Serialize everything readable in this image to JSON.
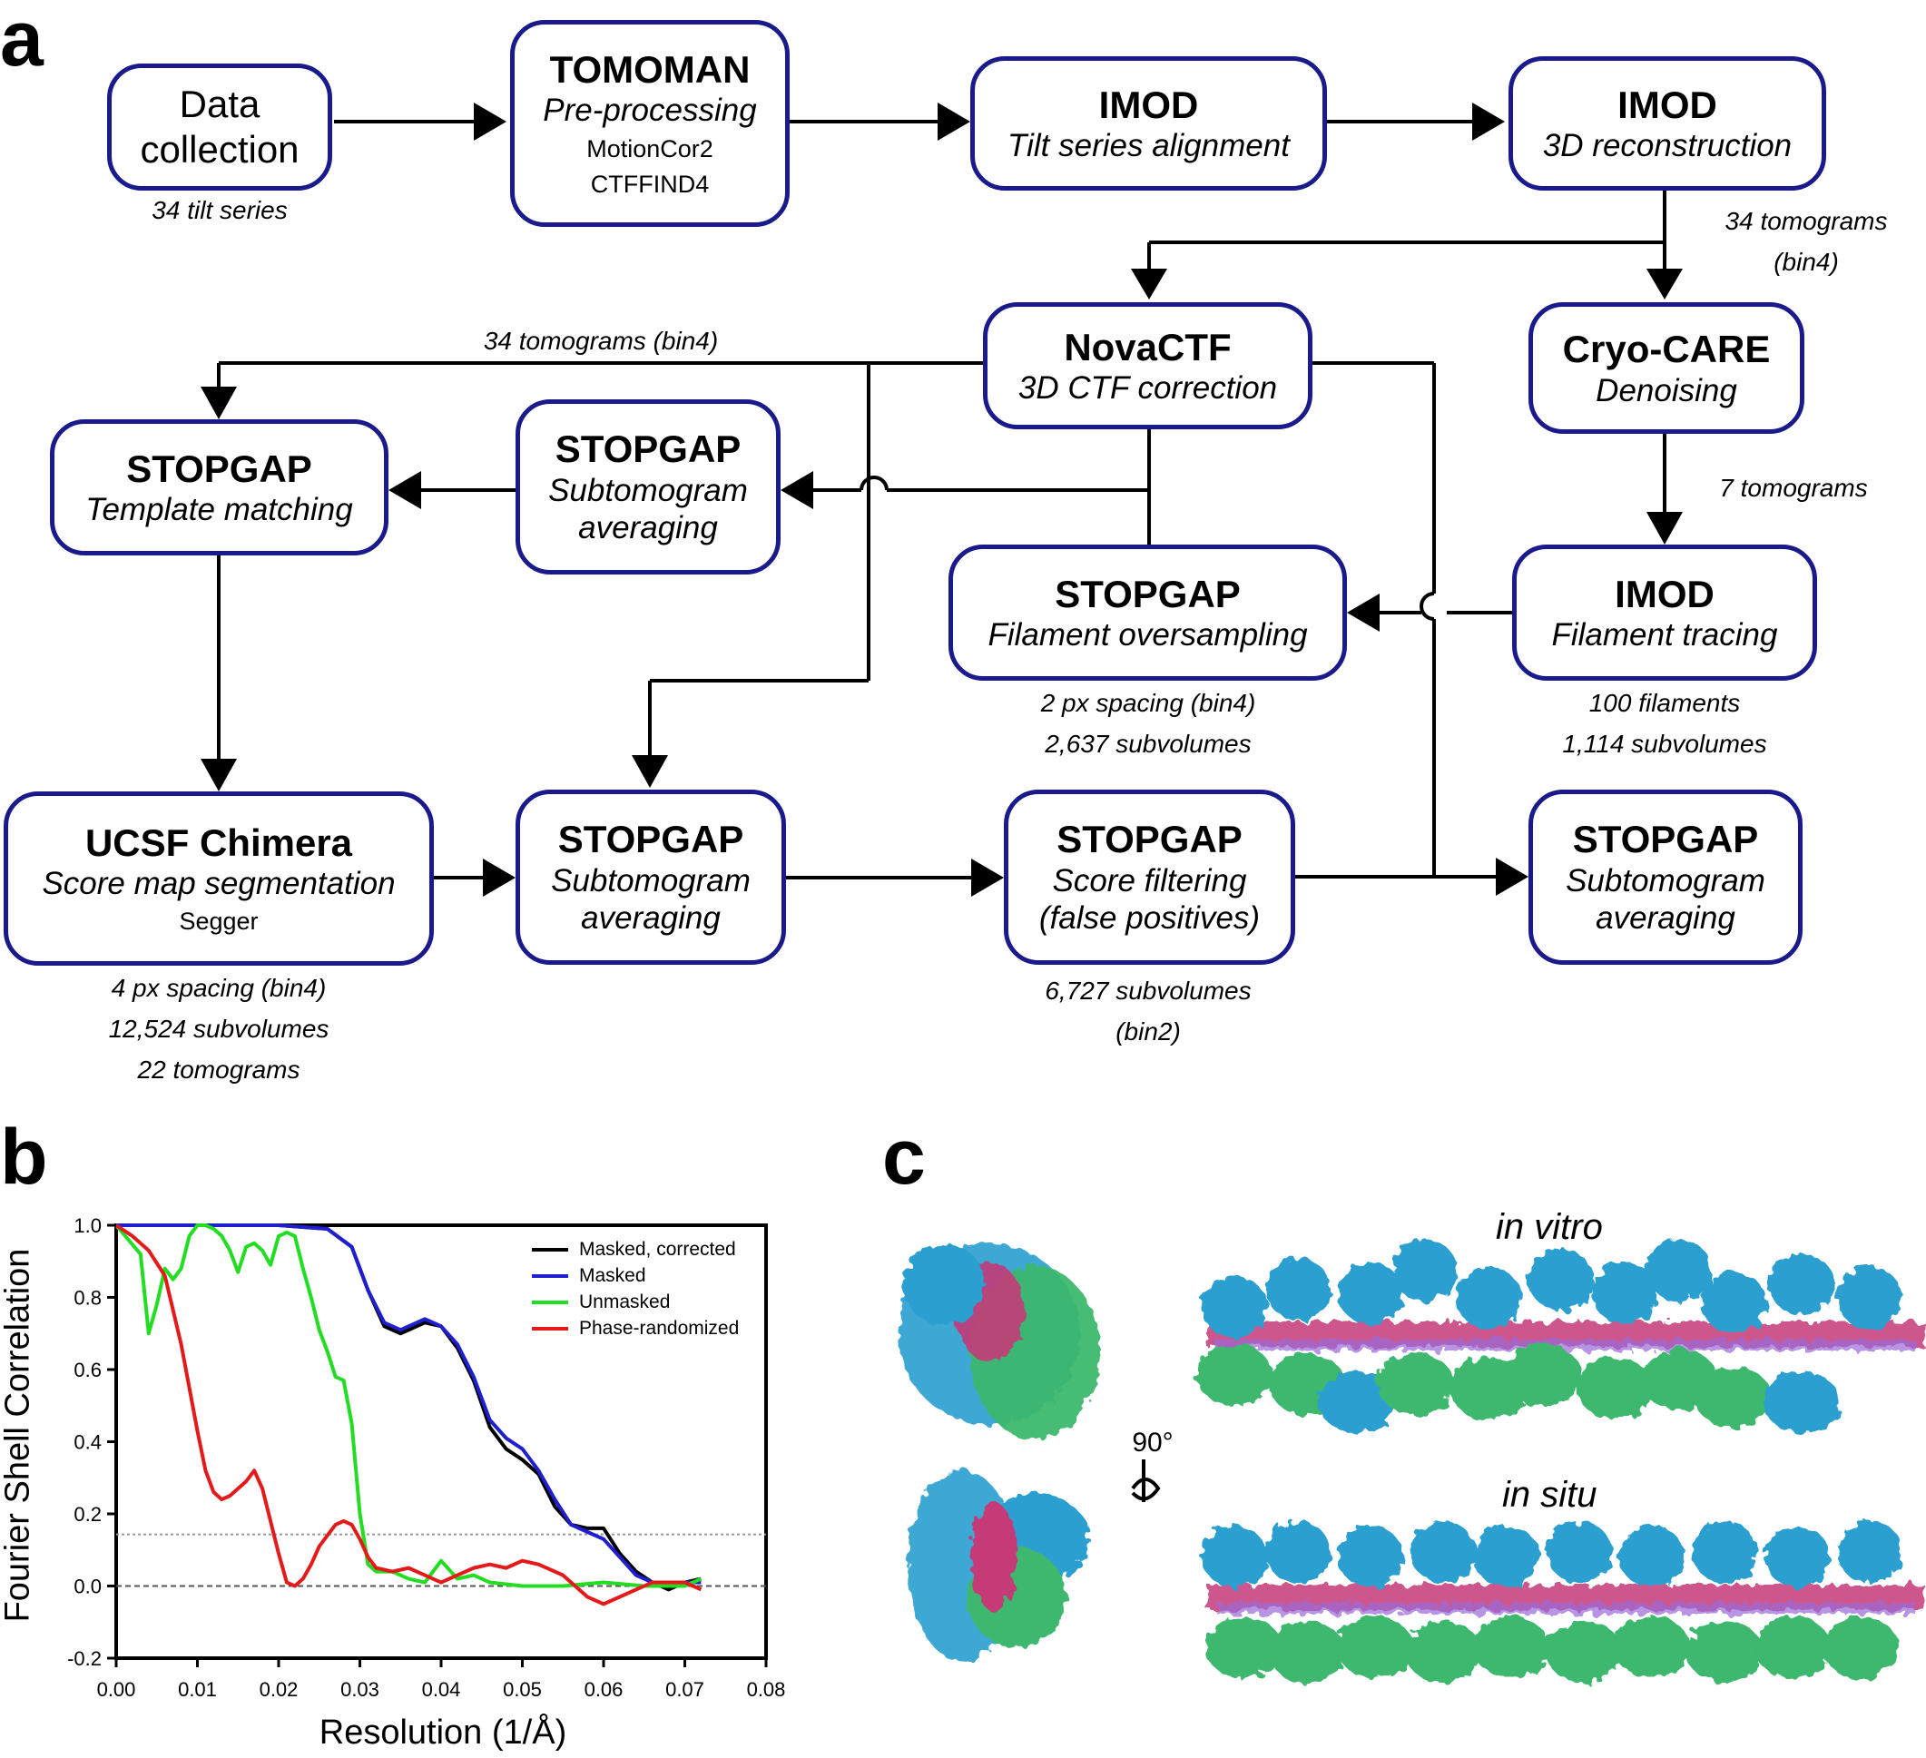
{
  "panels": {
    "a": "a",
    "b": "b",
    "c": "c"
  },
  "flow": {
    "data_collection": {
      "title": "Data\ncollection",
      "note": "34 tilt series"
    },
    "tomoman": {
      "title": "TOMOMAN",
      "sub": "Pre-processing",
      "n1": "MotionCor2",
      "n2": "CTFFIND4"
    },
    "imod_align": {
      "title": "IMOD",
      "sub": "Tilt series alignment"
    },
    "imod_recon": {
      "title": "IMOD",
      "sub": "3D reconstruction"
    },
    "recon_note": {
      "l1": "34 tomograms",
      "l2": "(bin4)"
    },
    "novactf": {
      "title": "NovaCTF",
      "sub": "3D CTF correction"
    },
    "cryocare": {
      "title": "Cryo-CARE",
      "sub": "Denoising"
    },
    "novactf_note": "34 tomograms (bin4)",
    "stopgap_tm": {
      "title": "STOPGAP",
      "sub": "Template matching"
    },
    "stopgap_sta1": {
      "title": "STOPGAP",
      "sub1": "Subtomogram",
      "sub2": "averaging"
    },
    "cryocare_note": "7 tomograms",
    "stopgap_fo": {
      "title": "STOPGAP",
      "sub": "Filament oversampling"
    },
    "fo_note": {
      "l1": "2 px spacing (bin4)",
      "l2": "2,637 subvolumes"
    },
    "imod_trace": {
      "title": "IMOD",
      "sub": "Filament tracing"
    },
    "trace_note": {
      "l1": "100 filaments",
      "l2": "1,114 subvolumes"
    },
    "chimera": {
      "title": "UCSF Chimera",
      "sub": "Score map segmentation",
      "n1": "Segger"
    },
    "chimera_note": {
      "l1": "4 px spacing (bin4)",
      "l2": "12,524 subvolumes",
      "l3": "22 tomograms"
    },
    "stopgap_sta2": {
      "title": "STOPGAP",
      "sub1": "Subtomogram",
      "sub2": "averaging"
    },
    "stopgap_sf": {
      "title": "STOPGAP",
      "sub1": "Score filtering",
      "sub2": "(false positives)"
    },
    "sf_note": {
      "l1": "6,727 subvolumes",
      "l2": "(bin2)"
    },
    "stopgap_sta3": {
      "title": "STOPGAP",
      "sub1": "Subtomogram",
      "sub2": "averaging"
    }
  },
  "chart_data": {
    "type": "line",
    "xlabel": "Resolution (1/Å)",
    "ylabel": "Fourier Shell Correlation",
    "xlim": [
      0.0,
      0.08
    ],
    "ylim": [
      -0.2,
      1.0
    ],
    "xticks": [
      "0.00",
      "0.01",
      "0.02",
      "0.03",
      "0.04",
      "0.05",
      "0.06",
      "0.07",
      "0.08"
    ],
    "yticks": [
      "1.0",
      "0.8",
      "0.6",
      "0.4",
      "0.2",
      "0.0",
      "-0.2"
    ],
    "reference_lines": [
      0.143,
      0.0
    ],
    "legend_position": "top-right",
    "series": [
      {
        "name": "Masked, corrected",
        "color": "#000000",
        "x": [
          0,
          0.01,
          0.02,
          0.026,
          0.029,
          0.031,
          0.033,
          0.035,
          0.038,
          0.04,
          0.042,
          0.044,
          0.046,
          0.048,
          0.05,
          0.052,
          0.054,
          0.056,
          0.058,
          0.06,
          0.062,
          0.064,
          0.066,
          0.068,
          0.07,
          0.072
        ],
        "y": [
          1.0,
          1.0,
          1.0,
          0.99,
          0.94,
          0.82,
          0.72,
          0.7,
          0.73,
          0.72,
          0.66,
          0.57,
          0.44,
          0.38,
          0.35,
          0.31,
          0.22,
          0.17,
          0.16,
          0.16,
          0.09,
          0.04,
          0.01,
          -0.01,
          0.01,
          0.02
        ]
      },
      {
        "name": "Masked",
        "color": "#1f1fd0",
        "x": [
          0,
          0.01,
          0.02,
          0.026,
          0.029,
          0.031,
          0.033,
          0.035,
          0.038,
          0.04,
          0.042,
          0.044,
          0.046,
          0.048,
          0.05,
          0.052,
          0.054,
          0.056,
          0.058,
          0.06,
          0.062,
          0.064,
          0.066,
          0.068,
          0.07,
          0.072
        ],
        "y": [
          1.0,
          1.0,
          1.0,
          0.99,
          0.94,
          0.82,
          0.73,
          0.71,
          0.74,
          0.72,
          0.67,
          0.58,
          0.46,
          0.41,
          0.38,
          0.32,
          0.24,
          0.17,
          0.15,
          0.13,
          0.08,
          0.03,
          0.01,
          0.0,
          0.01,
          0.01
        ]
      },
      {
        "name": "Unmasked",
        "color": "#22dd22",
        "x": [
          0,
          0.003,
          0.004,
          0.005,
          0.006,
          0.007,
          0.008,
          0.009,
          0.01,
          0.011,
          0.012,
          0.013,
          0.014,
          0.015,
          0.016,
          0.017,
          0.018,
          0.019,
          0.02,
          0.021,
          0.022,
          0.023,
          0.024,
          0.025,
          0.026,
          0.027,
          0.028,
          0.029,
          0.03,
          0.031,
          0.032,
          0.034,
          0.036,
          0.038,
          0.04,
          0.042,
          0.044,
          0.046,
          0.05,
          0.055,
          0.06,
          0.065,
          0.07,
          0.072
        ],
        "y": [
          1.0,
          0.92,
          0.7,
          0.78,
          0.88,
          0.85,
          0.88,
          0.97,
          1.0,
          1.0,
          0.99,
          0.97,
          0.93,
          0.87,
          0.94,
          0.95,
          0.93,
          0.89,
          0.97,
          0.98,
          0.97,
          0.88,
          0.8,
          0.71,
          0.65,
          0.58,
          0.57,
          0.45,
          0.2,
          0.06,
          0.04,
          0.04,
          0.02,
          0.01,
          0.07,
          0.02,
          0.03,
          0.01,
          0.0,
          0.0,
          0.01,
          0.0,
          0.0,
          0.02
        ]
      },
      {
        "name": "Phase-randomized",
        "color": "#e41a1a",
        "x": [
          0,
          0.002,
          0.004,
          0.006,
          0.008,
          0.01,
          0.011,
          0.012,
          0.013,
          0.014,
          0.015,
          0.016,
          0.017,
          0.018,
          0.019,
          0.02,
          0.021,
          0.022,
          0.023,
          0.024,
          0.025,
          0.026,
          0.027,
          0.028,
          0.029,
          0.03,
          0.031,
          0.032,
          0.034,
          0.036,
          0.038,
          0.04,
          0.042,
          0.044,
          0.046,
          0.048,
          0.05,
          0.052,
          0.055,
          0.058,
          0.06,
          0.062,
          0.064,
          0.066,
          0.068,
          0.07,
          0.072
        ],
        "y": [
          1.0,
          0.97,
          0.93,
          0.86,
          0.67,
          0.43,
          0.32,
          0.26,
          0.24,
          0.25,
          0.27,
          0.29,
          0.32,
          0.27,
          0.18,
          0.09,
          0.01,
          0.0,
          0.02,
          0.06,
          0.11,
          0.14,
          0.17,
          0.18,
          0.17,
          0.13,
          0.08,
          0.05,
          0.04,
          0.05,
          0.03,
          0.01,
          0.03,
          0.05,
          0.06,
          0.05,
          0.07,
          0.06,
          0.03,
          -0.03,
          -0.05,
          -0.03,
          -0.01,
          0.01,
          0.01,
          0.01,
          -0.01
        ]
      }
    ]
  },
  "panel_c": {
    "label_top": "in vitro",
    "label_bottom": "in situ",
    "rotation": "90°"
  },
  "colors": {
    "box_border": "#1a1a8c",
    "protein_blue": "#2a9fd0",
    "protein_green": "#3cb86e",
    "protein_pink": "#c43a78",
    "protein_violet": "#9a6ad8"
  }
}
